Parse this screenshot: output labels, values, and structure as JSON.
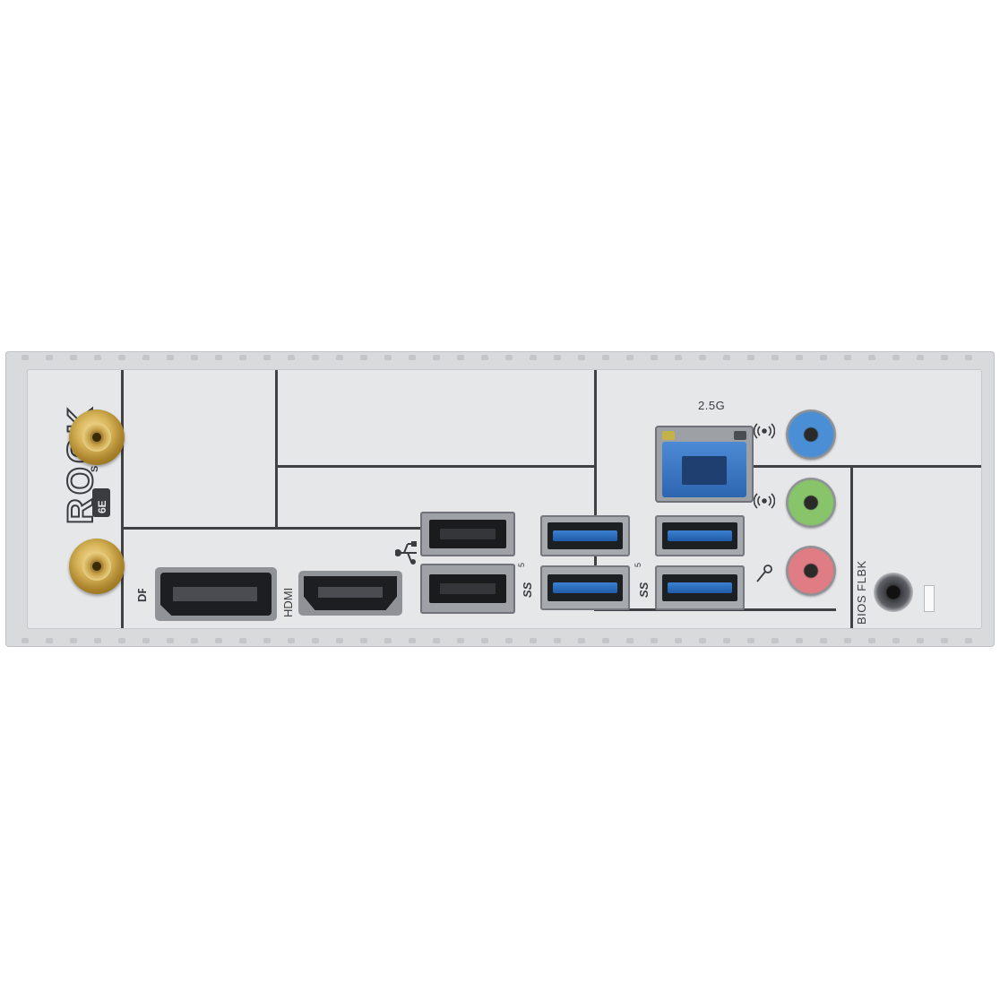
{
  "image": {
    "description_free": true
  },
  "io_shield": {
    "brand_logo_text": "ROCK",
    "brand_logo_subtext": "SOLID",
    "wifi_badge_text": "6E",
    "labels": {
      "displayport": "DP",
      "hdmi": "HDMI",
      "lan_speed": "2.5G",
      "superspeed_mark": "SS",
      "superspeed_number": "5",
      "bios_flashback": "BIOS FLBK"
    },
    "colors": {
      "plate": "#e6e7e9",
      "lan": "#3a78c8",
      "usb_blue": "#2e6fc4",
      "jack_line_in": "#4a8fd6",
      "jack_line_out": "#88c46a",
      "jack_mic": "#e07c84",
      "antenna_gold": "#d9b65c"
    },
    "icons": {
      "antenna_top": "wifi-antenna-connector",
      "antenna_bottom": "wifi-antenna-connector",
      "usb_symbol": "usb-icon",
      "line_in": "line-in-icon",
      "line_out": "speaker-out-icon",
      "mic": "microphone-icon"
    }
  }
}
